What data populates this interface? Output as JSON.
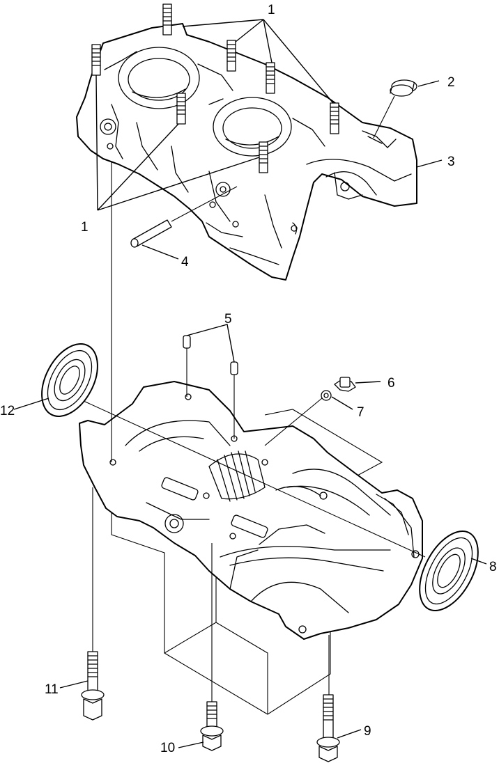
{
  "diagram": {
    "callouts": [
      {
        "id": "1a",
        "label": "1"
      },
      {
        "id": "1b",
        "label": "1"
      },
      {
        "id": "2",
        "label": "2"
      },
      {
        "id": "3",
        "label": "3"
      },
      {
        "id": "4",
        "label": "4"
      },
      {
        "id": "5",
        "label": "5"
      },
      {
        "id": "6",
        "label": "6"
      },
      {
        "id": "7",
        "label": "7"
      },
      {
        "id": "8",
        "label": "8"
      },
      {
        "id": "9",
        "label": "9"
      },
      {
        "id": "10",
        "label": "10"
      },
      {
        "id": "11",
        "label": "11"
      },
      {
        "id": "12",
        "label": "12"
      }
    ],
    "colors": {
      "line": "#000000",
      "background": "#ffffff"
    }
  }
}
